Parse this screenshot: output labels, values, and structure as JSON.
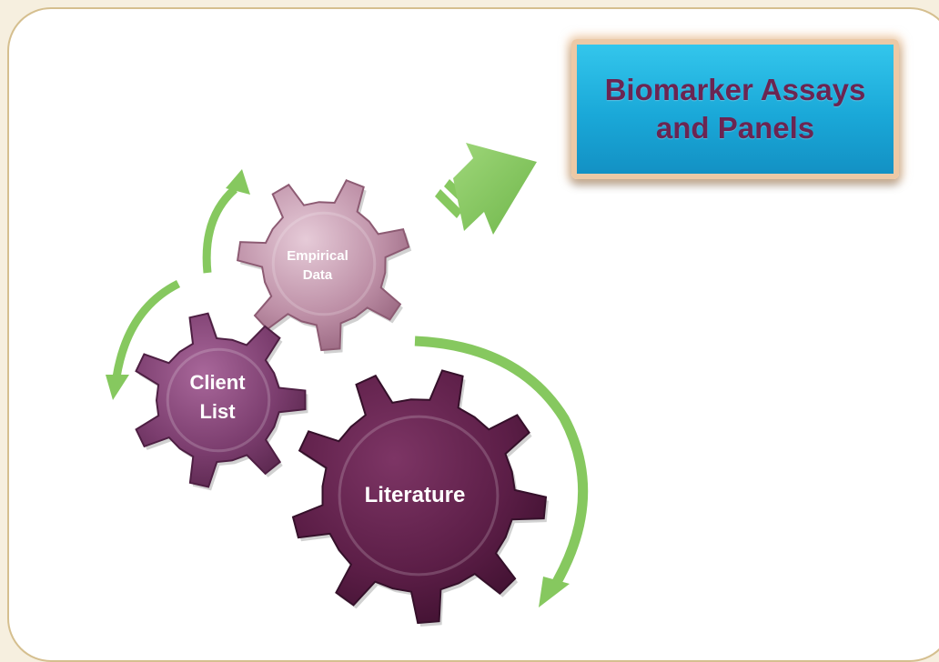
{
  "output_box": {
    "line1": "Biomarker Assays",
    "line2": "and Panels"
  },
  "gears": [
    {
      "id": "empirical-data",
      "lines": [
        "Empirical",
        "Data"
      ],
      "color": "#b8889f"
    },
    {
      "id": "client-list",
      "lines": [
        "Client",
        "List"
      ],
      "color": "#7a3d6d"
    },
    {
      "id": "literature",
      "lines": [
        "Literature"
      ],
      "color": "#5c1e47"
    }
  ],
  "colors": {
    "arrow_green": "#86c85f",
    "box_blue": "#1aa8d8",
    "box_border": "#ecc9a6",
    "box_text": "#6b2552"
  }
}
